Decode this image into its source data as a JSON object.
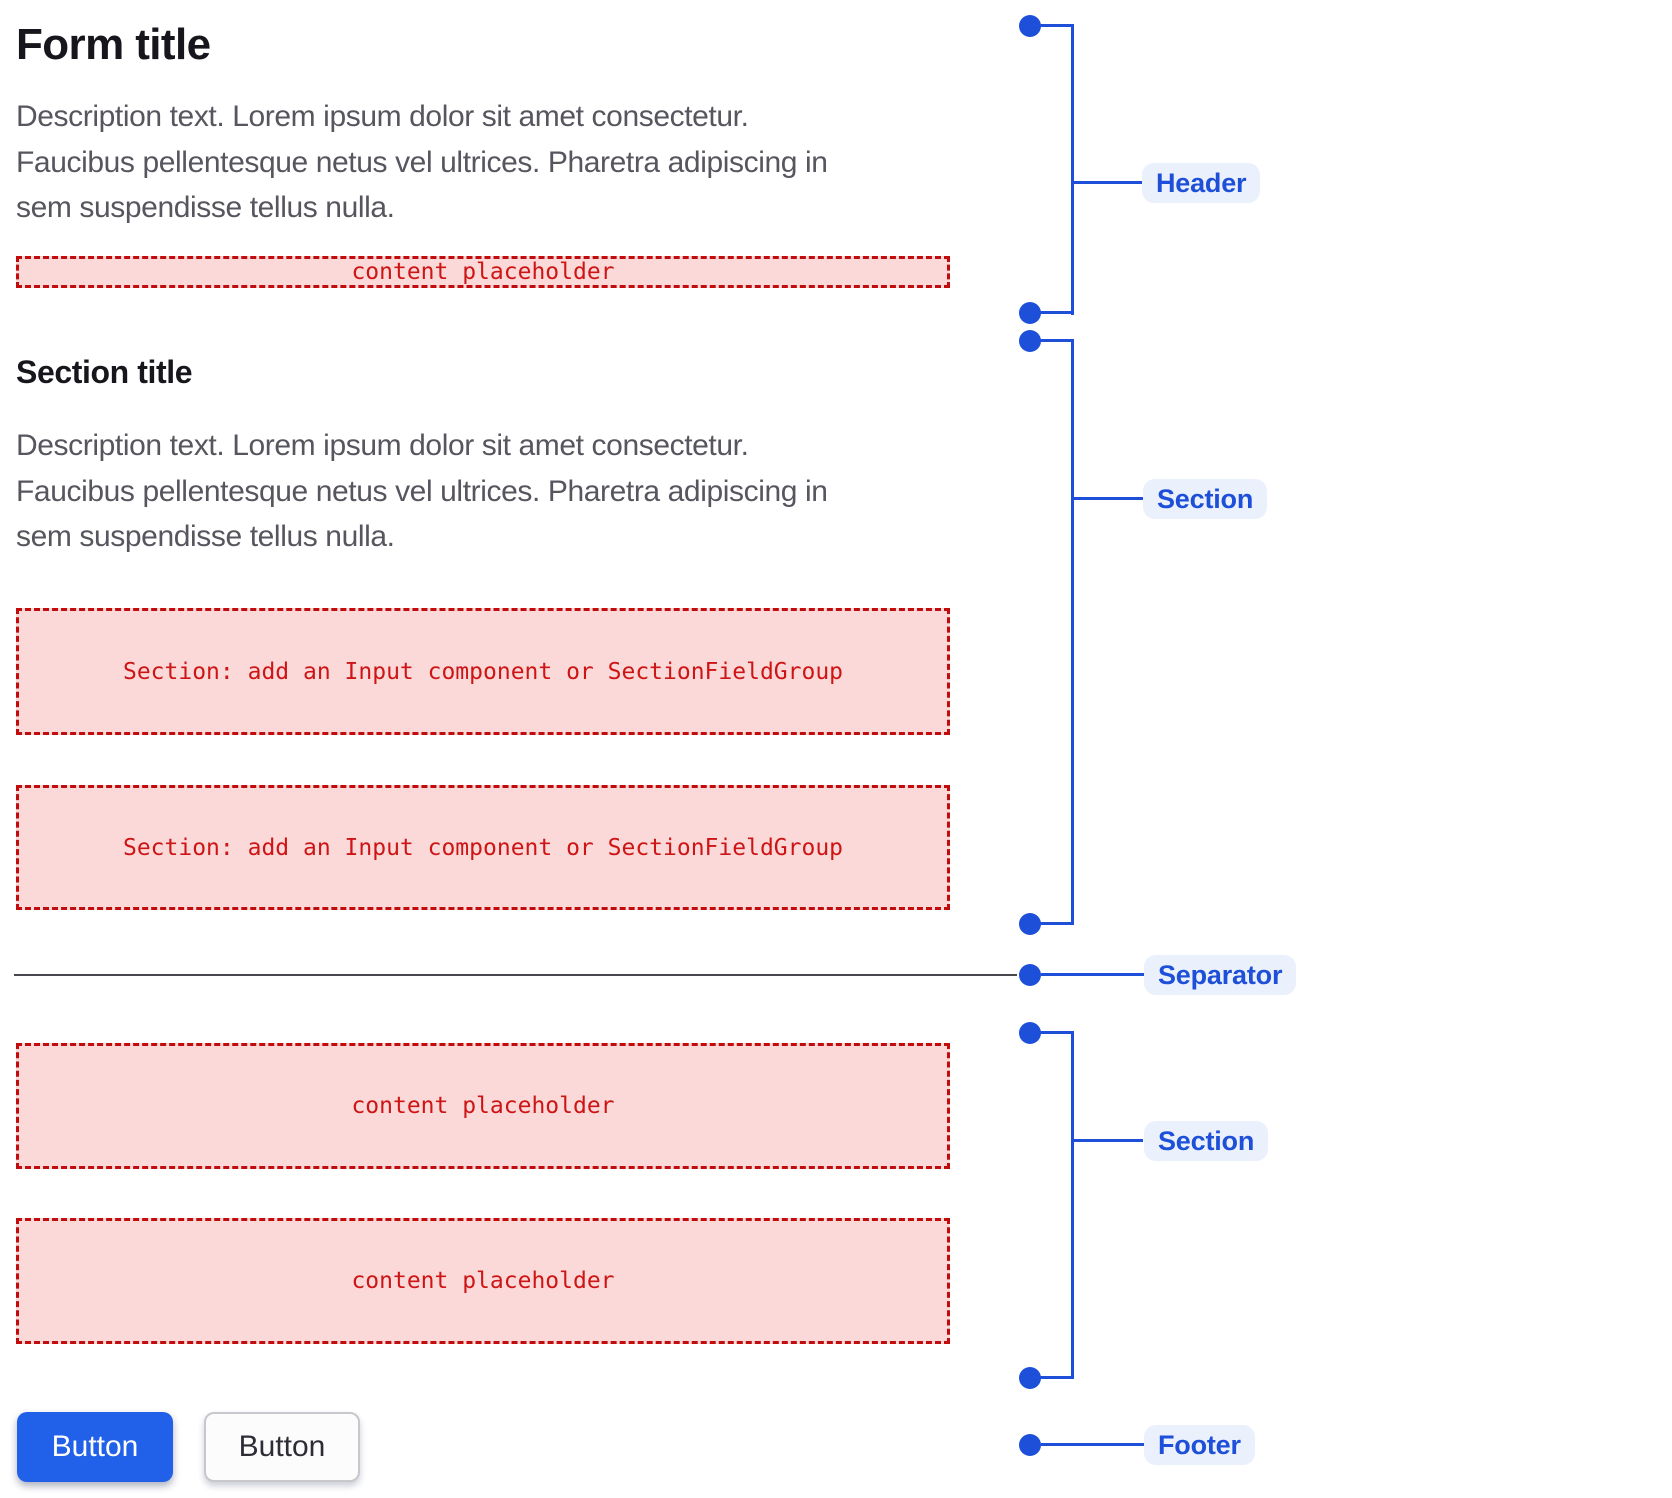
{
  "form": {
    "title": "Form title",
    "description_lines": [
      "Description text. Lorem ipsum dolor sit amet consectetur.",
      "Faucibus pellentesque netus vel ultrices. Pharetra adipiscing in",
      "sem suspendisse tellus nulla."
    ],
    "header_content_placeholder": "content placeholder",
    "section": {
      "title": "Section title",
      "description_lines": [
        "Description text. Lorem ipsum dolor sit amet consectetur.",
        "Faucibus pellentesque netus vel ultrices. Pharetra adipiscing in",
        "sem suspendisse tellus nulla."
      ],
      "field_placeholders": [
        "Section: add an Input component or SectionFieldGroup",
        "Section: add an Input component or SectionFieldGroup"
      ]
    },
    "section2": {
      "content_placeholders": [
        "content placeholder",
        "content placeholder"
      ]
    },
    "footer": {
      "primary_button_label": "Button",
      "secondary_button_label": "Button"
    }
  },
  "annotations": {
    "header": {
      "label": "Header"
    },
    "section1": {
      "label": "Section"
    },
    "separator": {
      "label": "Separator"
    },
    "section2": {
      "label": "Section"
    },
    "footer": {
      "label": "Footer"
    }
  },
  "colors": {
    "annotation_blue": "#1e4fd8",
    "annotation_pill_bg": "#ebf0fd",
    "placeholder_bg": "#fcd9d9",
    "placeholder_border": "#c00c0c",
    "placeholder_text": "#cd1515",
    "primary_button_bg": "#2160e8",
    "secondary_button_bg": "#fcfcfd",
    "separator_line": "#49474e",
    "title_text": "#17161c",
    "description_text": "#57555e"
  }
}
